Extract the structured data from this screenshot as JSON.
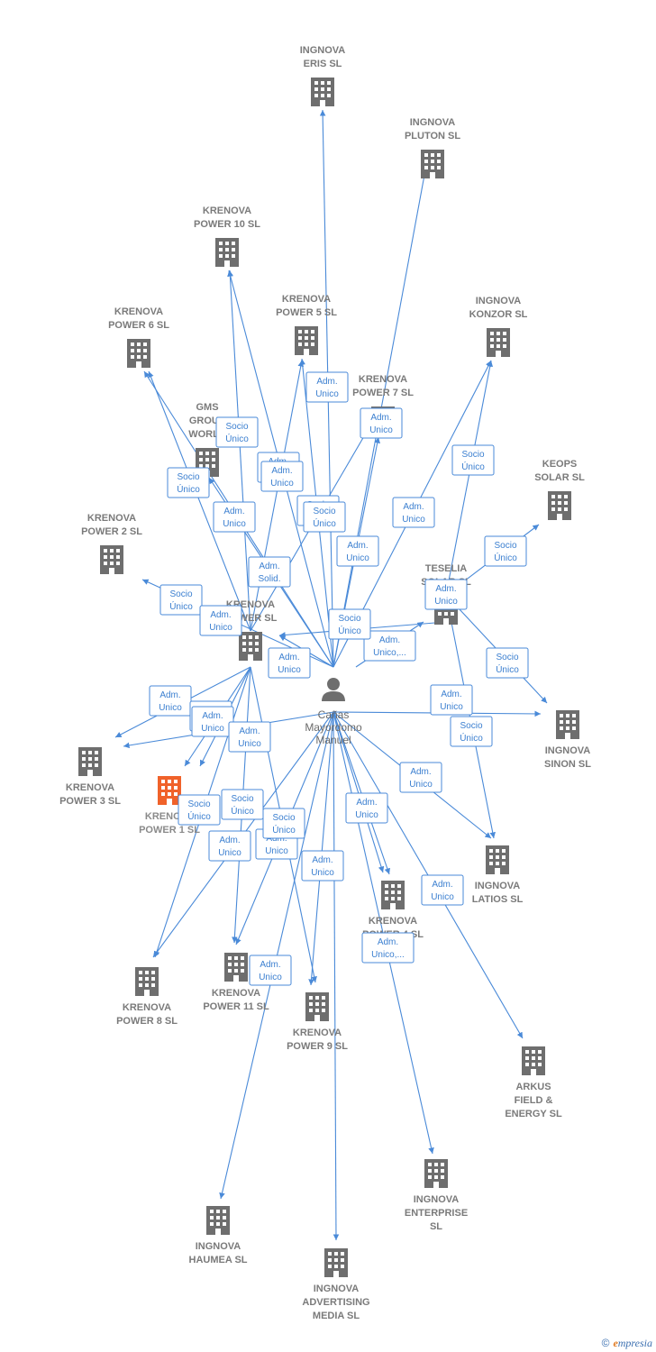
{
  "person": {
    "lines": [
      "Cañas",
      "Mayordomo",
      "Manuel"
    ]
  },
  "nodes": [
    {
      "id": "eris",
      "lines": [
        "INGNOVA",
        "ERIS  SL"
      ]
    },
    {
      "id": "pluton",
      "lines": [
        "INGNOVA",
        "PLUTON  SL"
      ]
    },
    {
      "id": "kp10",
      "lines": [
        "KRENOVA",
        "POWER 10  SL"
      ]
    },
    {
      "id": "kp5",
      "lines": [
        "KRENOVA",
        "POWER 5  SL"
      ]
    },
    {
      "id": "konzor",
      "lines": [
        "INGNOVA",
        "KONZOR  SL"
      ]
    },
    {
      "id": "kp6",
      "lines": [
        "KRENOVA",
        "POWER 6  SL"
      ]
    },
    {
      "id": "kp7",
      "lines": [
        "KRENOVA",
        "POWER 7  SL"
      ]
    },
    {
      "id": "gms",
      "lines": [
        "GMS",
        "GROUP",
        "WORLD"
      ]
    },
    {
      "id": "keops",
      "lines": [
        "KEOPS",
        "SOLAR  SL"
      ]
    },
    {
      "id": "kp2",
      "lines": [
        "KRENOVA",
        "POWER 2  SL"
      ]
    },
    {
      "id": "teselia",
      "lines": [
        "TESELIA",
        "SOLAR  SL"
      ]
    },
    {
      "id": "kpower",
      "lines": [
        "KRENOVA",
        "POWER  SL"
      ]
    },
    {
      "id": "sinon",
      "lines": [
        "INGNOVA",
        "SINON  SL"
      ]
    },
    {
      "id": "kp3",
      "lines": [
        "KRENOVA",
        "POWER 3  SL"
      ]
    },
    {
      "id": "kp1",
      "lines": [
        "KRENOVA",
        "POWER 1  SL"
      ],
      "highlight": true
    },
    {
      "id": "latios",
      "lines": [
        "INGNOVA",
        "LATIOS  SL"
      ]
    },
    {
      "id": "kp4",
      "lines": [
        "KRENOVA",
        "POWER 4  SL"
      ]
    },
    {
      "id": "kp8",
      "lines": [
        "KRENOVA",
        "POWER 8  SL"
      ]
    },
    {
      "id": "kp11",
      "lines": [
        "KRENOVA",
        "POWER 11  SL"
      ]
    },
    {
      "id": "kp9",
      "lines": [
        "KRENOVA",
        "POWER 9  SL"
      ]
    },
    {
      "id": "arkus",
      "lines": [
        "ARKUS",
        "FIELD &",
        "ENERGY  SL"
      ]
    },
    {
      "id": "enterprise",
      "lines": [
        "INGNOVA",
        "ENTERPRISE",
        "SL"
      ]
    },
    {
      "id": "haumea",
      "lines": [
        "INGNOVA",
        "HAUMEA  SL"
      ]
    },
    {
      "id": "advertising",
      "lines": [
        "INGNOVA",
        "ADVERTISING",
        "MEDIA  SL"
      ]
    }
  ],
  "edge_labels": [
    {
      "lines": [
        "Adm.",
        "Unico"
      ]
    },
    {
      "lines": [
        "Adm.",
        "Unico"
      ]
    },
    {
      "lines": [
        "Socio",
        "Único"
      ]
    },
    {
      "lines": [
        "Adm.",
        "Unico"
      ]
    },
    {
      "lines": [
        "Socio",
        "Único"
      ]
    },
    {
      "lines": [
        "Adm.",
        "Unico"
      ]
    },
    {
      "lines": [
        "Socio",
        "Único"
      ]
    },
    {
      "lines": [
        "Adm.",
        "Unico"
      ]
    },
    {
      "lines": [
        "Socio",
        "Único"
      ]
    },
    {
      "lines": [
        "Adm.",
        "Unico"
      ]
    },
    {
      "lines": [
        "Socio",
        "Único"
      ]
    },
    {
      "lines": [
        "Adm.",
        "Solid."
      ]
    },
    {
      "lines": [
        "Socio",
        "Único"
      ]
    },
    {
      "lines": [
        "Adm.",
        "Unico"
      ]
    },
    {
      "lines": [
        "Adm.",
        "Unico"
      ]
    },
    {
      "lines": [
        "Socio",
        "Único"
      ]
    },
    {
      "lines": [
        "Adm.",
        "Unico,..."
      ]
    },
    {
      "lines": [
        "Adm.",
        "Unico"
      ]
    },
    {
      "lines": [
        "Socio",
        "Único"
      ]
    },
    {
      "lines": [
        "Adm.",
        "Unico"
      ]
    },
    {
      "lines": [
        "Socio",
        "Único"
      ]
    },
    {
      "lines": [
        "Adm.",
        "Unico"
      ]
    },
    {
      "lines": [
        "Adm.",
        "Unico"
      ]
    },
    {
      "lines": [
        "Socio",
        "Único"
      ]
    },
    {
      "lines": [
        "Adm.",
        "Unico"
      ]
    },
    {
      "lines": [
        "Socio",
        "Único"
      ]
    },
    {
      "lines": [
        "Socio",
        "Único"
      ]
    },
    {
      "lines": [
        "Adm.",
        "Unico"
      ]
    },
    {
      "lines": [
        "Socio",
        "Único"
      ]
    },
    {
      "lines": [
        "Adm.",
        "Unico"
      ]
    },
    {
      "lines": [
        "Adm.",
        "Unico"
      ]
    },
    {
      "lines": [
        "Adm.",
        "Unico"
      ]
    },
    {
      "lines": [
        "Adm.",
        "Unico"
      ]
    },
    {
      "lines": [
        "Adm.",
        "Unico,..."
      ]
    },
    {
      "lines": [
        "Adm.",
        "Unico"
      ]
    },
    {
      "lines": [
        "Adm.",
        "Unico"
      ]
    },
    {
      "lines": [
        "Adm.",
        "Unico"
      ]
    },
    {
      "lines": [
        "Socio",
        "Único"
      ]
    }
  ],
  "footer": {
    "copyright": "©",
    "brand_initial": "e",
    "brand_rest": "mpresia"
  },
  "colors": {
    "edge": "#4a8ad8",
    "building": "#6e6e6e",
    "building_highlight": "#f0622a",
    "person": "#6e6e6e"
  }
}
